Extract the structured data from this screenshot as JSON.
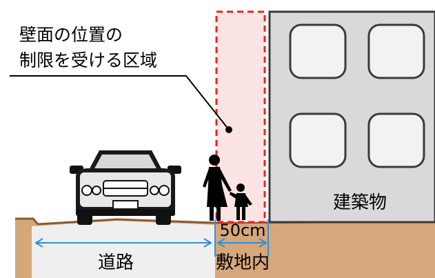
{
  "callout": {
    "line1": "壁面の位置の",
    "line2": "制限を受ける区域"
  },
  "labels": {
    "building": "建築物",
    "road": "道路",
    "site": "敷地内",
    "setback": "50cm"
  },
  "colors": {
    "zone_fill": "#fde4e4",
    "zone_border": "#e8231f",
    "building_fill": "#d9d9d9",
    "building_border": "#3a3a3a",
    "window_fill": "#f2f2f2",
    "ground": "#d6a77a",
    "ground_edge": "#8a5a2e",
    "road": "#efefef",
    "arrow": "#2e8fd6"
  }
}
